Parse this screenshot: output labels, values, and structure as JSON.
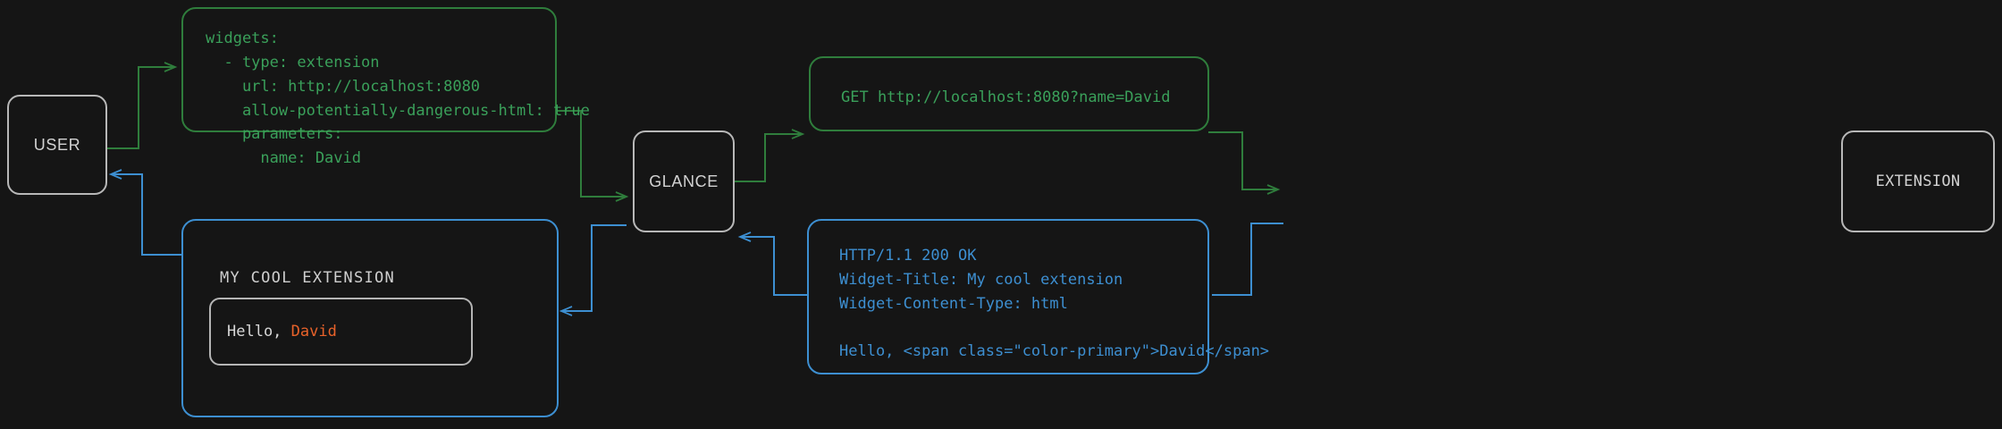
{
  "theme": {
    "background": "#151515",
    "request_color": "#3aa05a",
    "request_border": "#2f7d3c",
    "response_color": "#3d8fd1",
    "node_border": "#b8b8b8",
    "node_text": "#d2d2d2",
    "accent_primary": "#e8622a",
    "widget_text": "#d8d8d8"
  },
  "nodes": {
    "user": {
      "label": "USER"
    },
    "glance": {
      "label": "GLANCE"
    },
    "extension": {
      "label": "EXTENSION"
    }
  },
  "cards": {
    "config_yaml": {
      "kind": "request",
      "lines": [
        "widgets:",
        "  - type: extension",
        "    url: http://localhost:8080",
        "    allow-potentially-dangerous-html: true",
        "    parameters:",
        "      name: David"
      ],
      "text": "widgets:\n  - type: extension\n    url: http://localhost:8080\n    allow-potentially-dangerous-html: true\n    parameters:\n      name: David"
    },
    "http_request": {
      "kind": "request",
      "lines": [
        "GET http://localhost:8080?name=David"
      ],
      "text": "GET http://localhost:8080?name=David"
    },
    "http_response": {
      "kind": "response",
      "lines": [
        "HTTP/1.1 200 OK",
        "Widget-Title: My cool extension",
        "Widget-Content-Type: html",
        "",
        "Hello, <span class=\"color-primary\">David</span>"
      ],
      "text": "HTTP/1.1 200 OK\nWidget-Title: My cool extension\nWidget-Content-Type: html\n\nHello, <span class=\"color-primary\">David</span>"
    },
    "rendered_widget": {
      "kind": "response",
      "title": "MY COOL EXTENSION",
      "body_prefix": "Hello, ",
      "body_accent": "David"
    }
  },
  "connectors": [
    {
      "name": "user-to-config",
      "kind": "request",
      "from": "user",
      "to": "config_yaml"
    },
    {
      "name": "config-to-glance",
      "kind": "request",
      "from": "config_yaml",
      "to": "glance"
    },
    {
      "name": "glance-to-request",
      "kind": "request",
      "from": "glance",
      "to": "http_request"
    },
    {
      "name": "request-to-extension",
      "kind": "request",
      "from": "http_request",
      "to": "extension"
    },
    {
      "name": "extension-to-response",
      "kind": "response",
      "from": "extension",
      "to": "http_response"
    },
    {
      "name": "response-to-glance",
      "kind": "response",
      "from": "http_response",
      "to": "glance"
    },
    {
      "name": "glance-to-widget",
      "kind": "response",
      "from": "glance",
      "to": "rendered_widget"
    },
    {
      "name": "widget-to-user",
      "kind": "response",
      "from": "rendered_widget",
      "to": "user"
    }
  ]
}
